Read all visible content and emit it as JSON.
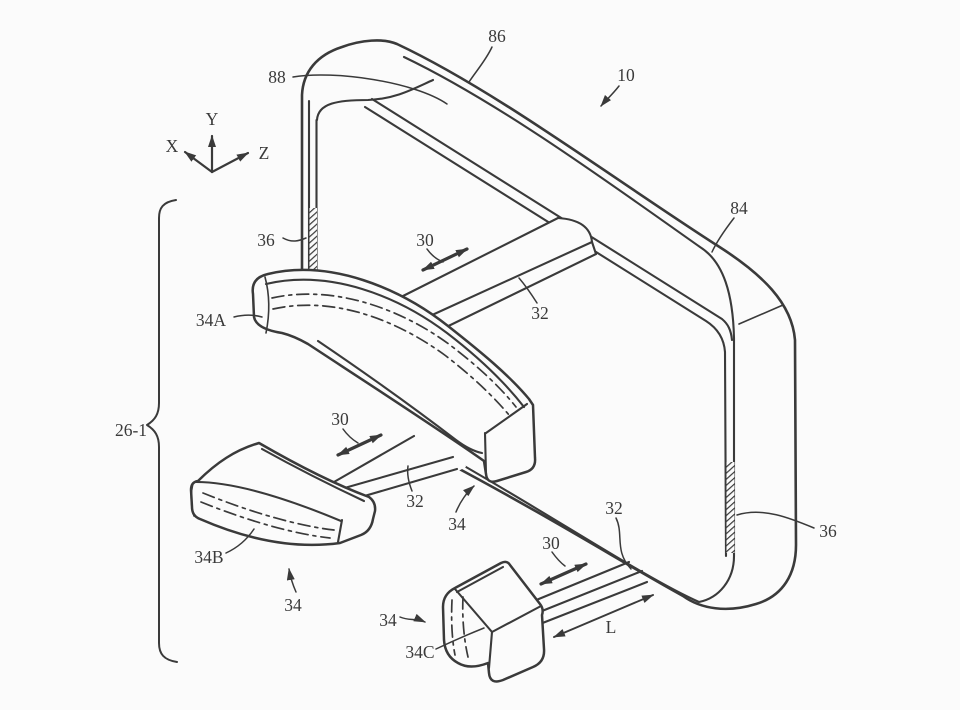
{
  "figure": {
    "background": "#fbfbfb",
    "line_color": "#3a3a3a",
    "labels": {
      "device": "10",
      "top_edge": "86",
      "corner": "88",
      "housing": "84",
      "track_left": "36",
      "track_right": "36",
      "slide_top": "30",
      "slide_mid": "30",
      "slide_bottom": "30",
      "rail_top": "32",
      "rail_mid": "32",
      "rail_bottom": "32",
      "module_a": "34A",
      "module_b": "34B",
      "module_c": "34C",
      "module_mid": "34",
      "module_lower": "34",
      "module_bottom": "34",
      "group": "26-1",
      "length": "L",
      "axis_x": "X",
      "axis_y": "Y",
      "axis_z": "Z"
    }
  }
}
